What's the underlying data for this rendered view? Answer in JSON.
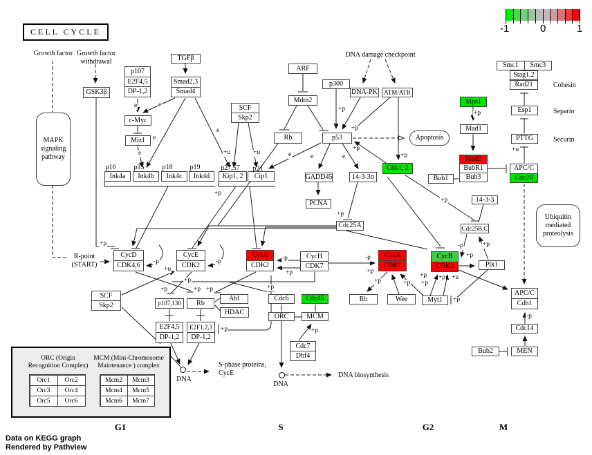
{
  "title": "CELL CYCLE",
  "footer": {
    "line1": "Data on KEGG graph",
    "line2": "Rendered by Pathview"
  },
  "scale": {
    "min": "-1",
    "mid": "0",
    "max": "1",
    "gradient_ends": [
      "#00ff00",
      "#bebebe",
      "#ff0000"
    ],
    "segments": [
      "#00ee00",
      "#3fe03f",
      "#74d074",
      "#9cc69c",
      "#b9bdb9",
      "#c2b8b8",
      "#cc9c9c",
      "#dc7272",
      "#ee3a3a",
      "#ff0000"
    ]
  },
  "colors": {
    "up_red": "#fe0000",
    "down_green": "#00e400",
    "mild_green": "#3ecf3e",
    "box_bg": "#ececec"
  },
  "phases": {
    "g1": "G1",
    "s": "S",
    "g2": "G2",
    "m": "M"
  },
  "edge_labels": {
    "pp": "+p",
    "pm": "-p",
    "pu": "+u",
    "e": "e"
  },
  "annotations": {
    "growth_factor": "Growth factor",
    "growth_factor_withdrawal": "Growth factor\nwithdrawal",
    "dna_damage_checkpoint": "DNA damage checkpoint",
    "r_point": "R-point\n(START)",
    "cohesin": "Cohesin",
    "separin": "Separin",
    "securin": "Securin",
    "s_phase_proteins": "S-phase proteins,\nCycE",
    "dna": "DNA",
    "dna_biosynthesis": "DNA biosynthesis",
    "p16": "p16",
    "p15": "p15",
    "p18": "p18",
    "p19": "p19",
    "p2757": "p27,57",
    "p21": "p21"
  },
  "nodes": {
    "gsk3b": "GSK3β",
    "p107": "p107",
    "e2f45": "E2F4,5",
    "dp12": "DP-1,2",
    "tgfb": "TGFβ",
    "smad23": "Smad2,3",
    "smad4": "Smad4",
    "arf": "ARF",
    "p300": "p300",
    "dnapk": "DNA-PK",
    "atmatr": "ATM/ATR",
    "mdm2": "Mdm2",
    "scf": "SCF",
    "skp2": "Skp2",
    "rb": "Rb",
    "p53": "p53",
    "cmyc": "c-Myc",
    "miz1": "Miz1",
    "apoptosis": "Apoptosis",
    "ink4a": "Ink4a",
    "ink4b": "Ink4b",
    "ink4c": "Ink4c",
    "ink4d": "Ink4d",
    "kip12": "Kip1, 2",
    "cip1": "Cip1",
    "gadd45": "GADD45",
    "s1433": "14-3-3σ",
    "pcna": "PCNA",
    "cdc25a": "Cdc25A",
    "chk12": "Chk1, 2",
    "mps1": "Mps1",
    "mad1": "Mad1",
    "mad2": "Mad2",
    "bubr1": "BubR1",
    "bub3": "Bub3",
    "bub1": "Bub1",
    "smc1": "Smc1",
    "smc3": "Smc3",
    "stag12": "Stag1,2",
    "rad21": "Rad21",
    "esp1": "Esp1",
    "pttg": "PTTG",
    "apcc": "APC/C",
    "cdc20": "Cdc20",
    "b1433": "14-3-3",
    "cycd": "CycD",
    "cdk46": "CDK4,6",
    "cyce": "CycE",
    "cdk2": "CDK2",
    "cyca": "CycA",
    "cych": "CycH",
    "cdk7": "CDK7",
    "cdk1": "CDK1",
    "cycb": "CycB",
    "plk1": "Plk1",
    "cdc25bc": "Cdc25B,C",
    "wee": "Wee",
    "myt1": "Myt1",
    "abl": "Abl",
    "hdac": "HDAC",
    "p107130": "p107,130",
    "e2f123": "E2F1,2,3",
    "cdc6": "Cdc6",
    "cdc45": "Cdc45",
    "orc": "ORC",
    "mcm": "MCM",
    "cdc7": "Cdc7",
    "dbf4": "Dbf4",
    "cdh1": "Cdh1",
    "cdc14": "Cdc14",
    "men": "MEN",
    "bub2": "Bub2",
    "mapk": "MAPK\nsignaling\npathway",
    "ubiquitin": "Ubiquitin\nmediated\nproteolysis"
  },
  "complex": {
    "orc_title": "ORC (Origin\nRecognition Complex)",
    "mcm_title": "MCM (Mini-Chromosome\nMaintenance ) complex",
    "orc": [
      "Orc1",
      "Orc2",
      "Orc3",
      "Orc4",
      "Orc5",
      "Orc6"
    ],
    "mcm": [
      "Mcm2",
      "Mcm3",
      "Mcm4",
      "Mcm5",
      "Mcm6",
      "Mcm7"
    ]
  }
}
